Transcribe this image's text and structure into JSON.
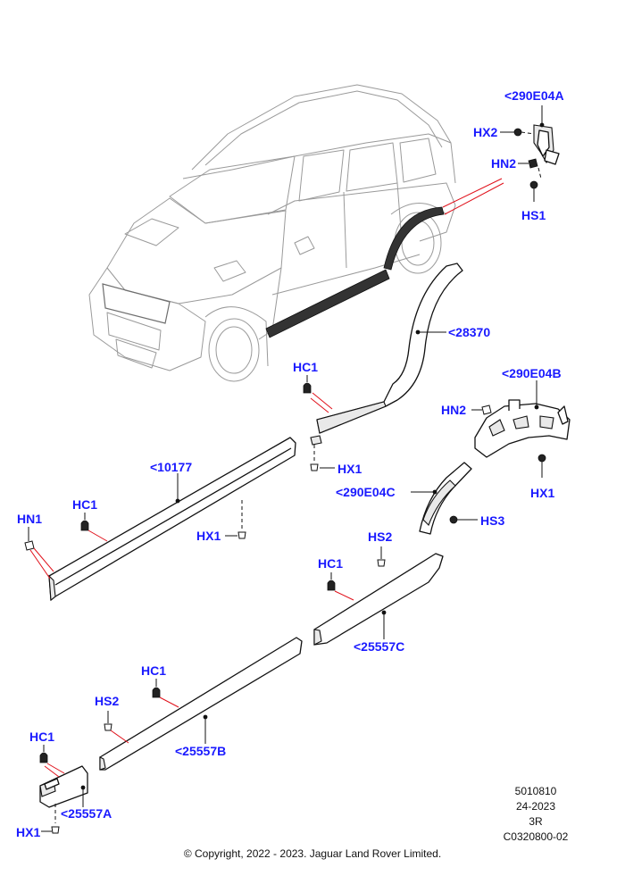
{
  "labels": {
    "p290E04A": "<290E04A",
    "hx2_top": "HX2",
    "hn2_top": "HN2",
    "hs1": "HS1",
    "p28370": "<28370",
    "hc1_a": "HC1",
    "hx1_a": "HX1",
    "p290E04B": "<290E04B",
    "hn2_b": "HN2",
    "hx1_b": "HX1",
    "p10177": "<10177",
    "hn1": "HN1",
    "hc1_b": "HC1",
    "hx1_c": "HX1",
    "p290E04C": "<290E04C",
    "hs3": "HS3",
    "hs2_a": "HS2",
    "hc1_c": "HC1",
    "p25557C": "<25557C",
    "hc1_d": "HC1",
    "hs2_b": "HS2",
    "p25557B": "<25557B",
    "hc1_e": "HC1",
    "p25557A": "<25557A",
    "hx1_d": "HX1"
  },
  "info": {
    "line1": "5010810",
    "line2": "24-2023",
    "line3": "3R",
    "line4": "C0320800-02"
  },
  "copyright": "© Copyright, 2022 - 2023. Jaguar Land Rover Limited."
}
